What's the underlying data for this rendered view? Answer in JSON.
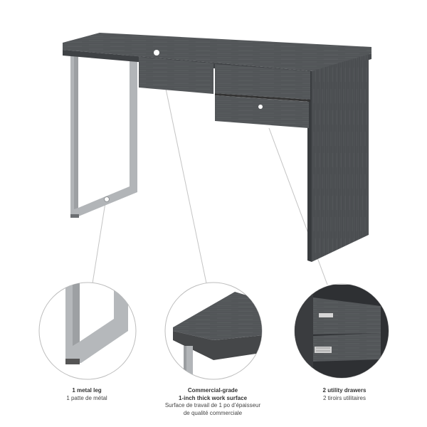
{
  "features": [
    {
      "key": "leg",
      "title_lines": [
        "1 metal leg"
      ],
      "subtitle_lines": [
        "1 patte de métal"
      ]
    },
    {
      "key": "surface",
      "title_lines": [
        "Commercial-grade",
        "1-inch thick work surface"
      ],
      "subtitle_lines": [
        "Surface de travail de 1 po d’épaisseur",
        "de qualité commerciale"
      ]
    },
    {
      "key": "drawers",
      "title_lines": [
        "2 utility drawers"
      ],
      "subtitle_lines": [
        "2 tiroirs utilitaires"
      ]
    }
  ],
  "colors": {
    "wood": "#55585b",
    "wood_dark": "#3c3e41",
    "wood_light": "#6a6d70",
    "metal": "#b2b5b8",
    "metal_dark": "#8f9295",
    "line": "#bdbdbd"
  }
}
